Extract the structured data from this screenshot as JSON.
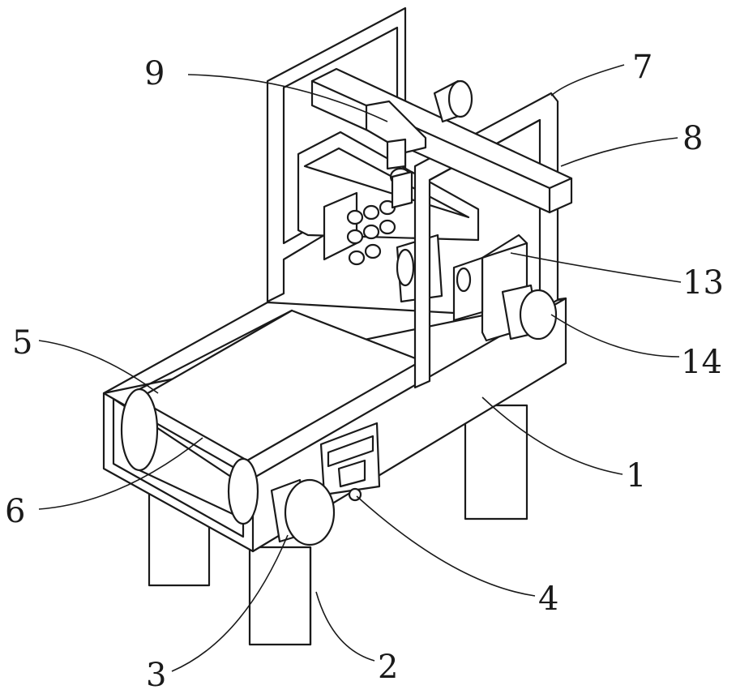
{
  "callouts": [
    {
      "id": "label-1",
      "text": "1"
    },
    {
      "id": "label-2",
      "text": "2"
    },
    {
      "id": "label-3",
      "text": "3"
    },
    {
      "id": "label-4",
      "text": "4"
    },
    {
      "id": "label-5",
      "text": "5"
    },
    {
      "id": "label-6",
      "text": "6"
    },
    {
      "id": "label-7",
      "text": "7"
    },
    {
      "id": "label-8",
      "text": "8"
    },
    {
      "id": "label-9",
      "text": "9"
    },
    {
      "id": "label-13",
      "text": "13"
    },
    {
      "id": "label-14",
      "text": "14"
    }
  ]
}
